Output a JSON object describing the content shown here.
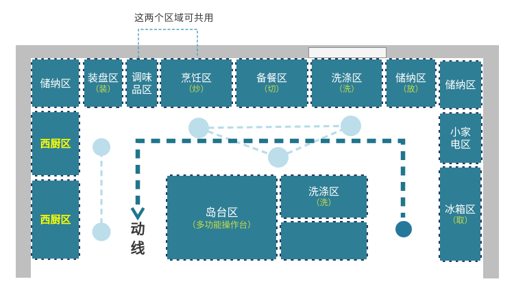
{
  "annotation": {
    "text": "这两个区域可共用"
  },
  "flow": {
    "char_top": "动",
    "char_bottom": "线"
  },
  "zones": [
    {
      "name": "储纳区",
      "sub": ""
    },
    {
      "name": "装盘区",
      "sub": "（装）"
    },
    {
      "name": "调味品区",
      "sub": ""
    },
    {
      "name": "烹饪区",
      "sub": "（炒）"
    },
    {
      "name": "备餐区",
      "sub": "（切）"
    },
    {
      "name": "洗涤区",
      "sub": "（洗）"
    },
    {
      "name": "储纳区",
      "sub": "（放）"
    },
    {
      "name": "储纳区",
      "sub": ""
    },
    {
      "name": "小家电区",
      "sub": ""
    },
    {
      "name": "冰箱区",
      "sub": "（取）"
    },
    {
      "name": "西厨区",
      "sub": ""
    },
    {
      "name": "西厨区",
      "sub": ""
    },
    {
      "name": "岛台区",
      "sub": "（多功能操作台）"
    },
    {
      "name": "洗涤区",
      "sub": "（洗）"
    },
    {
      "name": "",
      "sub": ""
    }
  ],
  "colors": {
    "zone_fill": "#2E7E95",
    "zone_border_dark": "#1F3B63",
    "zone_border_dash": "#FFFFFF",
    "wall_gray": "#BFBFBF",
    "window_fill": "#F5F5F5",
    "flow_route": "#20758D",
    "flow_node_light": "#BCDDEA",
    "flow_node_dark": "#26789B",
    "light_dash_line": "#B7DCE9",
    "bracket_line": "#4E9FBB",
    "label_white": "#FFFFFF",
    "label_yellow": "#FFFF00",
    "label_green": "#C3DB4E",
    "annotation_text": "#3B3B3B"
  }
}
